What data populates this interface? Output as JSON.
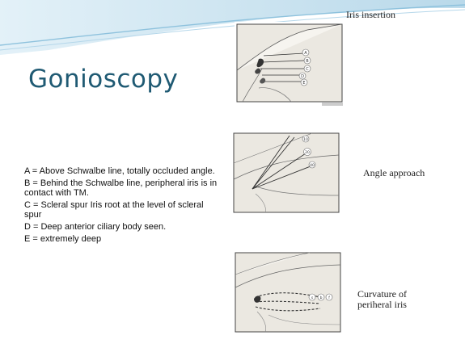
{
  "title": "Gonioscopy",
  "definitions": [
    "A = Above Schwalbe line, totally occluded angle.",
    "B = Behind the Schwalbe line, peripheral iris is in contact with TM.",
    "C = Scleral spur Iris root at the level of scleral spur",
    "D = Deep anterior ciliary body seen.",
    "E = extremely deep"
  ],
  "figures": {
    "iris_insertion": {
      "caption": "Iris insertion",
      "labels": [
        "A",
        "B",
        "C",
        "D",
        "E"
      ]
    },
    "angle_approach": {
      "caption": "Angle approach",
      "labels": [
        "10",
        "20",
        "40"
      ]
    },
    "iris_curvature": {
      "caption_line1": "Curvature of",
      "caption_line2": "periheral iris",
      "labels": [
        "s",
        "b",
        "f"
      ]
    }
  },
  "colors": {
    "title": "#1f5a73",
    "swoosh_light": "#cfe6f2",
    "swoosh_dark": "#7fb6d4",
    "line_art": "#333333",
    "panel_fill": "#e9e6df"
  }
}
